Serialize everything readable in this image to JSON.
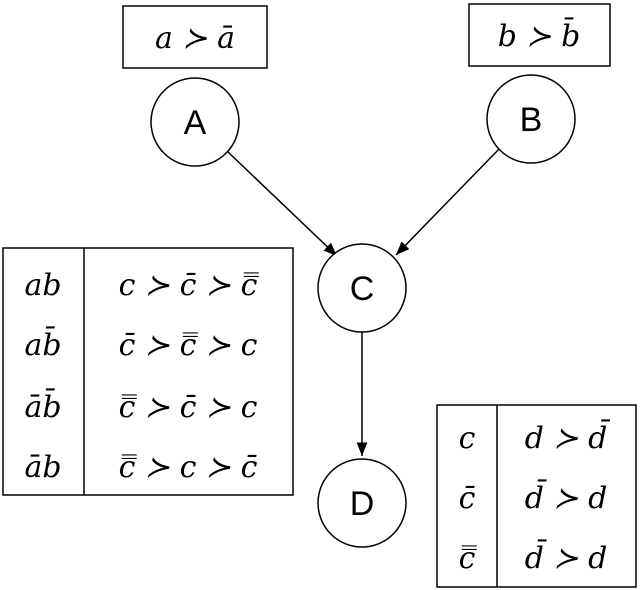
{
  "nodes": {
    "A": {
      "label": "A"
    },
    "B": {
      "label": "B"
    },
    "C": {
      "label": "C"
    },
    "D": {
      "label": "D"
    }
  },
  "prefs": {
    "A": "a ≻ ā",
    "B": "b ≻ b̄"
  },
  "cpt_C": {
    "rows": [
      {
        "cond": "ab",
        "pref": "c ≻ c̄ ≻ c̿"
      },
      {
        "cond": "ab̄",
        "pref": "c̄ ≻ c̿ ≻ c"
      },
      {
        "cond": "āb̄",
        "pref": "c̿ ≻ c̄ ≻ c"
      },
      {
        "cond": "āb",
        "pref": "c̿ ≻ c ≻ c̄"
      }
    ]
  },
  "cpt_D": {
    "rows": [
      {
        "cond": "c",
        "pref": "d ≻ d̄"
      },
      {
        "cond": "c̄",
        "pref": "d̄ ≻ d"
      },
      {
        "cond": "c̿",
        "pref": "d̄ ≻ d"
      }
    ]
  }
}
